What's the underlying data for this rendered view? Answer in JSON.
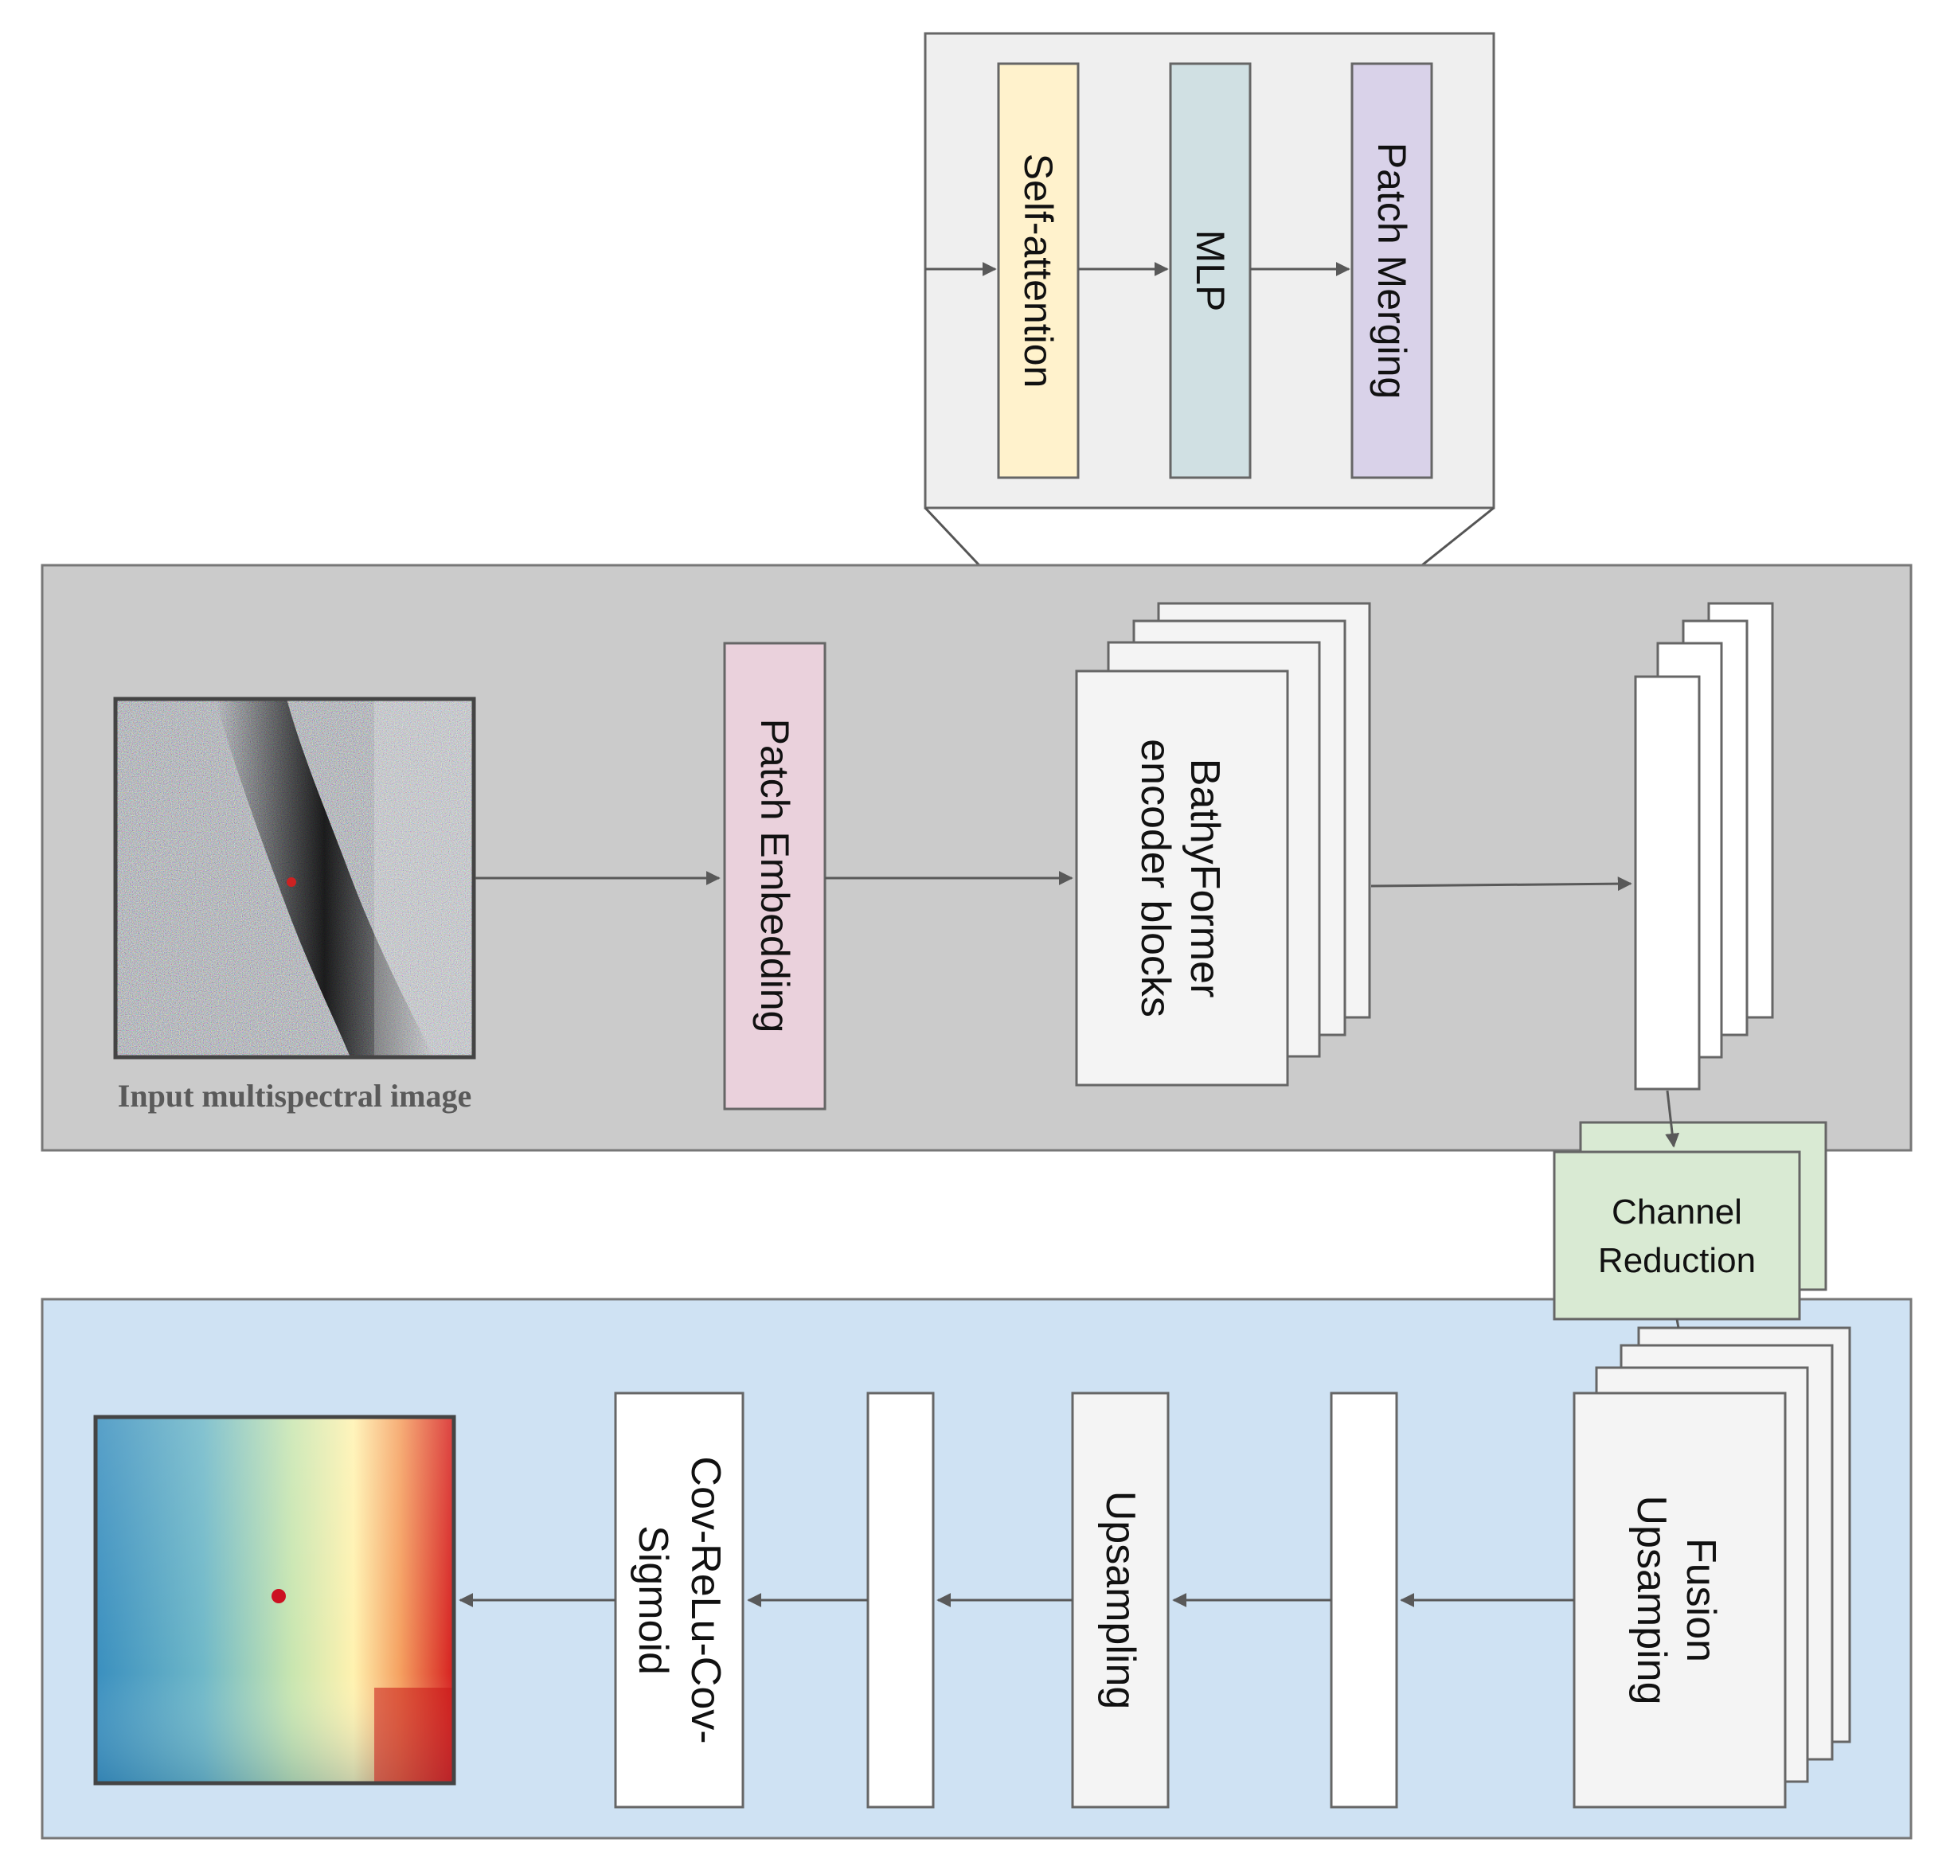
{
  "encoder_detail": {
    "self_attention": "Self-attention",
    "mlp": "MLP",
    "patch_merging": "Patch Merging"
  },
  "encoder": {
    "patch_embedding": "Patch Embedding",
    "blocks_line1": "BathyFormer",
    "blocks_line2": "encoder blocks",
    "input_caption": "Input multispectral image"
  },
  "bridge": {
    "line1": "Channel",
    "line2": "Reduction"
  },
  "decoder": {
    "fusion_line1": "Fusion",
    "fusion_line2": "Upsamping",
    "upsampling": "Upsampling",
    "head_line1": "Cov-ReLu-Cov-",
    "head_line2": "Sigmoid"
  },
  "colors": {
    "encoder_panel": "#cbcbcb",
    "decoder_panel": "#cfe2f3",
    "detail_panel": "#efefef",
    "self_attention": "#fff2cc",
    "mlp": "#d0e0e3",
    "patch_merging": "#d9d2e9",
    "patch_embedding": "#ead1dc",
    "channel_reduction": "#d9ead3",
    "arrow": "#595959"
  }
}
